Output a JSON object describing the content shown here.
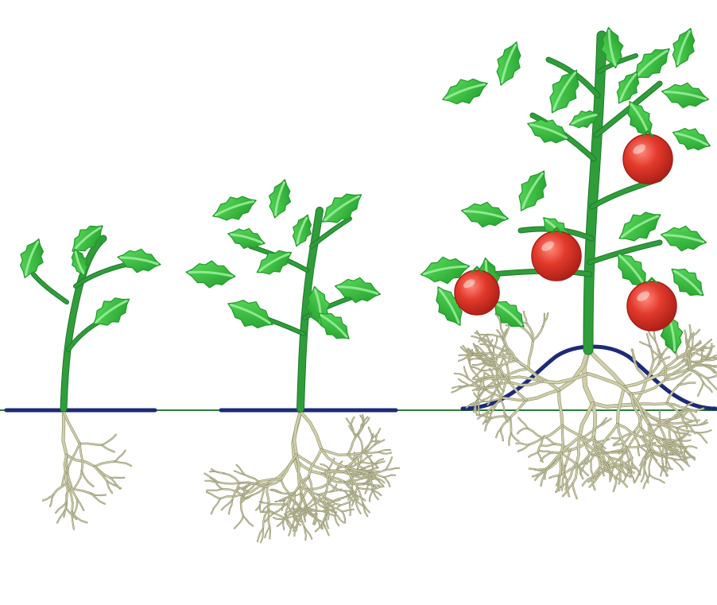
{
  "diagram": {
    "stages": [
      {
        "id": "seedling",
        "fruit_count": 0
      },
      {
        "id": "young-plant",
        "fruit_count": 0
      },
      {
        "id": "mature-plant",
        "fruit_count": 4,
        "soil_mound": true
      }
    ]
  },
  "colors": {
    "background": "#ffffff",
    "leaf": "#34c534",
    "leaf_light": "#9ef09e",
    "leaf_dark": "#1f9a2a",
    "stem": "#2f9e3a",
    "root": "#cfcfa8",
    "root_dark": "#8f8f70",
    "ground_line": "#1c2a78",
    "ground_thin": "#2f7a3a",
    "tomato": "#e23a2c",
    "tomato_dark": "#a81e16",
    "tomato_highlight": "#ff8a7a"
  },
  "icons": {
    "leaf": "leaf-icon",
    "tomato": "tomato-icon",
    "root": "root-icon"
  }
}
